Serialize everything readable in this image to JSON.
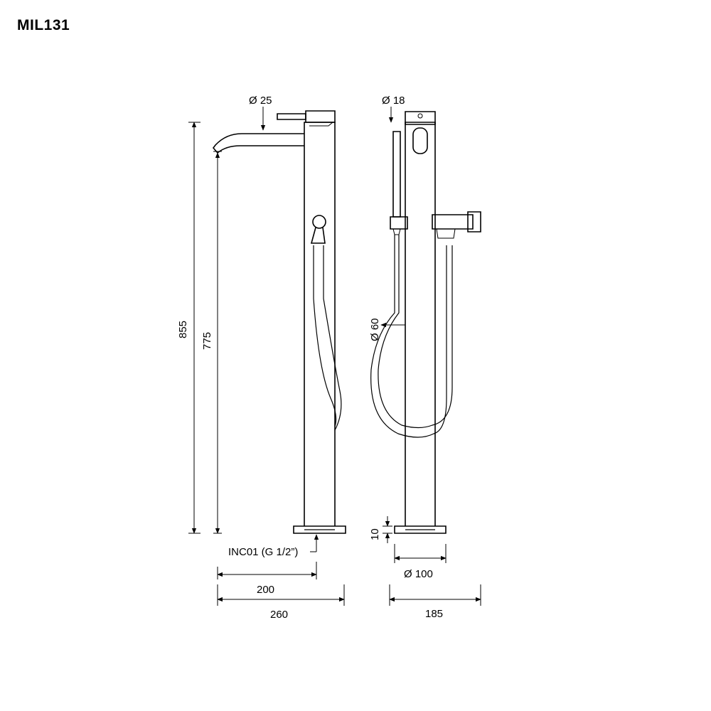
{
  "title": "MIL131",
  "dimensions": {
    "diam_handle": "Ø 25",
    "diam_spout": "Ø 18",
    "diam_hose_loop": "Ø 60",
    "height_total": "855",
    "height_spout": "775",
    "base_thickness": "10",
    "connection": "INC01 (G 1/2”)",
    "diam_base": "Ø 100",
    "reach_spout": "200",
    "depth_total": "260",
    "width_total": "185"
  }
}
